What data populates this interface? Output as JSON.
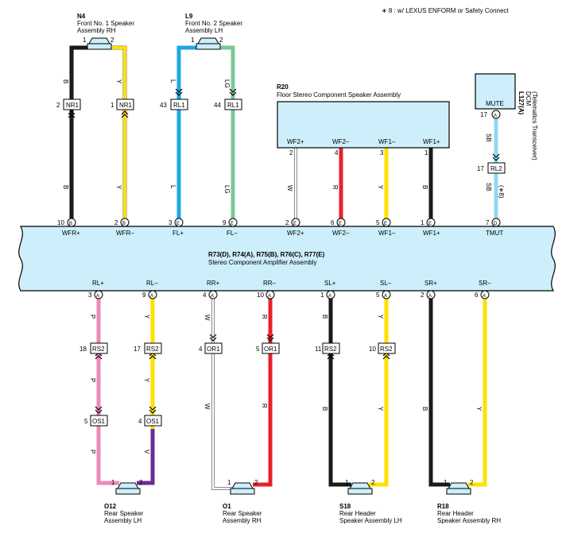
{
  "note": "∗ 8 : w/ LEXUS ENFORM or Safety Connect",
  "amplifier": {
    "code": "R73(D), R74(A), R75(B), R76(C), R77(E)",
    "name": "Stereo Component Amplifier Assembly",
    "top_pins": [
      {
        "num": "10",
        "letter": "B",
        "label": "WFR+"
      },
      {
        "num": "2",
        "letter": "B",
        "label": "WFR–"
      },
      {
        "num": "3",
        "letter": "E",
        "label": "FL+"
      },
      {
        "num": "9",
        "letter": "E",
        "label": "FL–"
      },
      {
        "num": "2",
        "letter": "E",
        "label": "WF2+"
      },
      {
        "num": "6",
        "letter": "E",
        "label": "WF2–"
      },
      {
        "num": "5",
        "letter": "E",
        "label": "WF1–"
      },
      {
        "num": "1",
        "letter": "E",
        "label": "WF1+"
      },
      {
        "num": "7",
        "letter": "D",
        "label": "TMUT"
      }
    ],
    "bottom_pins": [
      {
        "num": "3",
        "letter": "A",
        "label": "RL+"
      },
      {
        "num": "9",
        "letter": "A",
        "label": "RL–"
      },
      {
        "num": "4",
        "letter": "A",
        "label": "RR+"
      },
      {
        "num": "10",
        "letter": "A",
        "label": "RR–"
      },
      {
        "num": "1",
        "letter": "A",
        "label": "SL+"
      },
      {
        "num": "5",
        "letter": "A",
        "label": "SL–"
      },
      {
        "num": "2",
        "letter": "A",
        "label": "SR+"
      },
      {
        "num": "6",
        "letter": "A",
        "label": "SR–"
      }
    ]
  },
  "front_speakers": [
    {
      "code": "N4",
      "name1": "Front No. 1 Speaker",
      "name2": "Assembly RH",
      "pin1": "1",
      "pin2": "2"
    },
    {
      "code": "L9",
      "name1": "Front No. 2 Speaker",
      "name2": "Assembly LH",
      "pin1": "1",
      "pin2": "2"
    }
  ],
  "floor_speaker": {
    "code": "R20",
    "name": "Floor Stereo Component Speaker Assembly",
    "pins": [
      {
        "num": "2",
        "label": "WF2+"
      },
      {
        "num": "4",
        "label": "WF2–"
      },
      {
        "num": "3",
        "label": "WF1–"
      },
      {
        "num": "1",
        "label": "WF1+"
      }
    ]
  },
  "dcm": {
    "code": "L127(A)",
    "name1": "DCM",
    "name2": "(Telematics Transceiver)",
    "pin_label": "MUTE",
    "pin_num": "17",
    "pin_letter": "A"
  },
  "connectors": {
    "nr1_a": {
      "num": "2",
      "name": "NR1"
    },
    "nr1_b": {
      "num": "1",
      "name": "NR1"
    },
    "rl1_a": {
      "num": "43",
      "name": "RL1"
    },
    "rl1_b": {
      "num": "44",
      "name": "RL1"
    },
    "rl2": {
      "num": "17",
      "name": "RL2"
    },
    "rs2_a": {
      "num": "18",
      "name": "RS2"
    },
    "rs2_b": {
      "num": "17",
      "name": "RS2"
    },
    "os1_a": {
      "num": "5",
      "name": "OS1"
    },
    "os1_b": {
      "num": "4",
      "name": "OS1"
    },
    "or1_a": {
      "num": "4",
      "name": "OR1"
    },
    "or1_b": {
      "num": "5",
      "name": "OR1"
    },
    "rs2_c": {
      "num": "11",
      "name": "RS2"
    },
    "rs2_d": {
      "num": "10",
      "name": "RS2"
    }
  },
  "wire_colors": {
    "B": "B",
    "Y": "Y",
    "L": "L",
    "LG": "LG",
    "W": "W",
    "R": "R",
    "SB": "SB",
    "P": "P",
    "V": "V",
    "sb_note": "(∗8)"
  },
  "rear_speakers": [
    {
      "code": "O12",
      "name1": "Rear Speaker",
      "name2": "Assembly LH",
      "pin1": "1",
      "pin2": "2"
    },
    {
      "code": "O1",
      "name1": "Rear Speaker",
      "name2": "Assembly RH",
      "pin1": "1",
      "pin2": "2"
    },
    {
      "code": "S18",
      "name1": "Rear Header",
      "name2": "Speaker Assembly LH",
      "pin1": "1",
      "pin2": "2"
    },
    {
      "code": "R18",
      "name1": "Rear Header",
      "name2": "Speaker Assembly RH",
      "pin1": "1",
      "pin2": "2"
    }
  ],
  "colors": {
    "black": "#1a1a1a",
    "yellow": "#ffe000",
    "blue": "#1ea7e6",
    "light_green": "#7ac894",
    "white_wire": "#ffffff",
    "red": "#e8202a",
    "sky_blue": "#8fd8f2",
    "pink": "#ee88bb",
    "violet": "#6a2d8f",
    "component_fill": "#cdeefb"
  }
}
